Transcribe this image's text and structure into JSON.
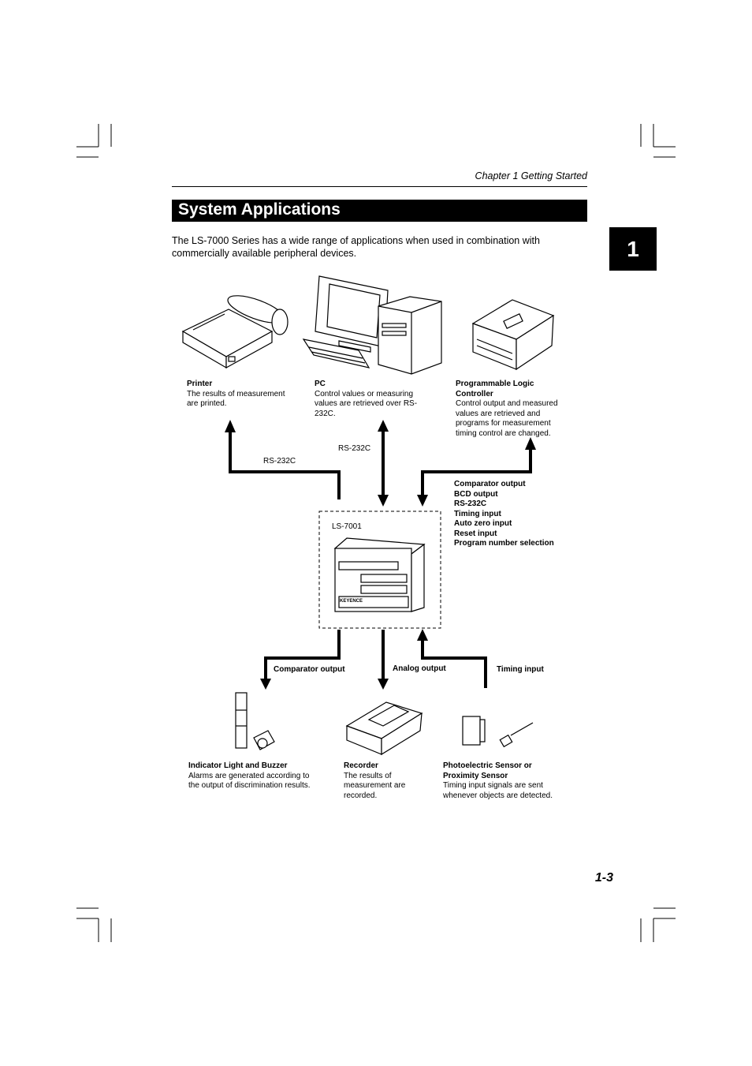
{
  "header": {
    "chapter": "Chapter 1  Getting Started"
  },
  "section": {
    "title": "System Applications",
    "tab_number": "1"
  },
  "intro": "The LS-7000 Series has a wide range of applications when used in combination with commercially available peripheral devices.",
  "devices": {
    "printer": {
      "title": "Printer",
      "desc": "The results of measurement are printed."
    },
    "pc": {
      "title": "PC",
      "desc": "Control values or measuring values are retrieved over RS-232C."
    },
    "plc": {
      "title": "Programmable Logic Controller",
      "desc": "Control output and measured values are retrieved and programs for measurement timing control are changed."
    },
    "indicator": {
      "title": "Indicator Light and Buzzer",
      "desc": "Alarms are generated according to the output of discrimination results."
    },
    "recorder": {
      "title": "Recorder",
      "desc": "The results of measurement are recorded."
    },
    "sensor": {
      "title": "Photoelectric Sensor or Proximity Sensor",
      "desc": "Timing input signals are sent whenever objects are detected."
    }
  },
  "connections": {
    "printer_link": "RS-232C",
    "pc_link": "RS-232C",
    "plc_signals": [
      "Comparator output",
      "BCD output",
      "RS-232C",
      "Timing input",
      "Auto zero input",
      "Reset input",
      "Program number selection"
    ],
    "comparator_out": "Comparator output",
    "analog_out": "Analog output",
    "timing_in": "Timing input"
  },
  "controller": {
    "label": "LS-7001",
    "brand": "KEYENCE"
  },
  "footer": {
    "page": "1-3"
  }
}
